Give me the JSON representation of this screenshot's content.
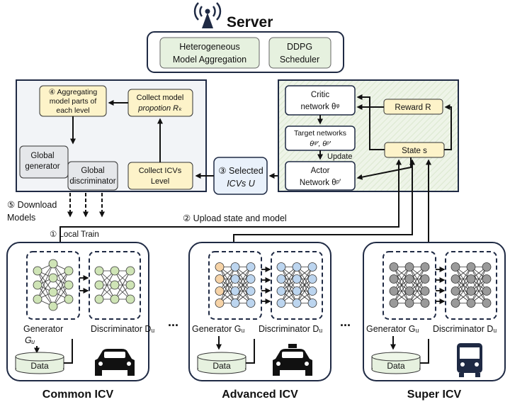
{
  "server": {
    "title": "Server"
  },
  "top_boxes": {
    "aggregation": [
      "Heterogeneous",
      "Model Aggregation"
    ],
    "scheduler": [
      "DDPG",
      "Scheduler"
    ]
  },
  "left_panel": {
    "aggregating": [
      "④ Aggregating",
      "model parts of",
      "each level"
    ],
    "collect_prop": [
      "Collect model",
      "propotion Rₖ"
    ],
    "global_generator": [
      "Global",
      "generator"
    ],
    "global_discriminator": [
      "Global",
      "discriminator"
    ],
    "collect_icvs": [
      "Collect ICVs",
      "Level"
    ]
  },
  "right_panel": {
    "critic": [
      "Critic",
      "network θᵠ"
    ],
    "reward": "Reward R",
    "target": [
      "Target networks",
      "θᵠ′, θᵖ′"
    ],
    "update": "Update",
    "state": "State s",
    "actor": [
      "Actor",
      "Network θᵖ′"
    ]
  },
  "selected": [
    "③ Selected",
    "ICVs U"
  ],
  "labels": {
    "download": [
      "⑤ Download",
      "Models"
    ],
    "upload": "② Upload state and model",
    "local_train": "① Local Train"
  },
  "icvs": [
    {
      "name": "Common ICV",
      "generator": "Generator",
      "gen_sub": "Gᵤ",
      "discriminator": "Discriminator Dᵤ",
      "data": "Data"
    },
    {
      "name": "Advanced ICV",
      "generator": "Generator Gᵤ",
      "discriminator": "Discriminator Dᵤ",
      "data": "Data"
    },
    {
      "name": "Super ICV",
      "generator": "Generator Gᵤ",
      "discriminator": "Discriminator Dᵤ",
      "data": "Data"
    }
  ],
  "ellipsis": "...",
  "colors": {
    "navy": "#1f2a44",
    "yellow_fill": "#fdf3c9",
    "green_fill": "#e6f1df",
    "panel_fill": "#f2f4f7",
    "node_green": "#cfe4b6",
    "node_blue": "#bcd5ef",
    "node_orange": "#f6d3a7",
    "node_gray": "#9a9a9a"
  }
}
